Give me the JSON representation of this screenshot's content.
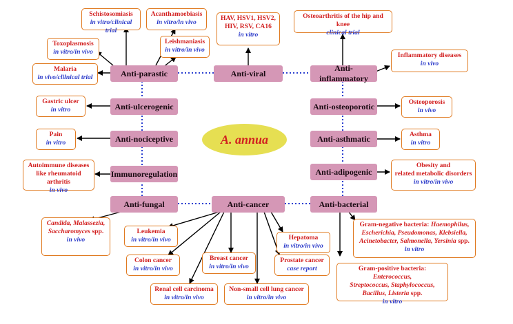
{
  "center": "A. annua",
  "categories": {
    "anti_parastic": "Anti-parastic",
    "anti_viral": "Anti-viral",
    "anti_inflammatory": "Anti-inflammatory",
    "anti_ulcerogenic": "Anti-ulcerogenic",
    "anti_osteoporotic": "Anti-osteoporotic",
    "anti_nociceptive": "Anti-nociceptive",
    "anti_asthmatic": "Anti-asthmatic",
    "immunoregulation": "Immunoregulation",
    "anti_adipogenic": "Anti-adipogenic",
    "anti_fungal": "Anti-fungal",
    "anti_cancer": "Anti-cancer",
    "anti_bacterial": "Anti-bacterial"
  },
  "leaves": {
    "schistosomiasis": {
      "title": "Schistosomiasis",
      "method": "in vitro/clinical trial"
    },
    "acanthamoebiasis": {
      "title": "Acanthamoebiasis",
      "method": "in vitro/in vivo"
    },
    "toxoplasmosis": {
      "title": "Toxoplasmosis",
      "method": "in vitro/in vivo"
    },
    "leishmaniasis": {
      "title": "Leishmaniasis",
      "method": "in vitro/in vivo"
    },
    "malaria": {
      "title": "Malaria",
      "method": "in vivo/clilnical trial"
    },
    "viruses": {
      "title1": "HAV, HSV1, HSV2,",
      "title2": "HIV, RSV, CA16",
      "method": "in vitro"
    },
    "osteoarthritis": {
      "title": "Osteoarthritis of the hip and knee",
      "method": "clinical trial"
    },
    "inflammatory": {
      "title": "Inflammatory diseases",
      "method": "in vivo"
    },
    "gastric": {
      "title": "Gastric ulcer",
      "method": "in vitro"
    },
    "osteoporosis": {
      "title": "Osteoporosis",
      "method": "in vivo"
    },
    "pain": {
      "title": "Pain",
      "method": "in vitro"
    },
    "asthma": {
      "title": "Asthma",
      "method": "in vitro"
    },
    "autoimmune": {
      "title1": "Autoimmune diseases",
      "title2": "like rheumatoid arthritis",
      "method": "in vivo"
    },
    "obesity": {
      "title1": "Obesity and",
      "title2": "related metabolic disorders",
      "method": "in vitro/in vivo"
    },
    "fungi": {
      "title1": "Candida, Malassezia,",
      "title2": "Saccharomyces",
      "title2b": " spp.",
      "method": "in vivo"
    },
    "leukemia": {
      "title": "Leukemia",
      "method": "in vitro/in vivo"
    },
    "hepatoma": {
      "title": "Hepatoma",
      "method": "in vitro/in vivo"
    },
    "colon": {
      "title": "Colon cancer",
      "method": "in vitro/in vivo"
    },
    "breast": {
      "title": "Breast cancer",
      "method": "in vitro/in vivo"
    },
    "prostate": {
      "title": "Prostate cancer",
      "method": "case report"
    },
    "renal": {
      "title": "Renal cell carcinoma",
      "method": "in vitro/in vivo"
    },
    "lung": {
      "title": "Non-small cell lung cancer",
      "method": "in vitro/in vivo"
    },
    "gram_negative": {
      "prefix": "Gram-negative bacteria: ",
      "l1": "Haemophilus,",
      "l2": "Escherichia, Pseudomonas, Klebsiella,",
      "l3": "Acinetobacter, Salmonella, Yersinia",
      "l3b": " spp.",
      "method": "in vitro"
    },
    "gram_positive": {
      "prefix": "Gram-positive bacteria: ",
      "l1": "Enterococcus,",
      "l2": "Streptococcus, Staphylococcus,",
      "l3": "Bacillus, Listeria",
      "l3b": " spp.",
      "method": "in vitro"
    }
  },
  "colors": {
    "category_fill": "#d597b6",
    "leaf_border": "#e07a20",
    "title_text": "#d21f1f",
    "method_text": "#2a39c9",
    "center_fill": "#e6df52",
    "link_dotted": "#2a3fd0"
  }
}
